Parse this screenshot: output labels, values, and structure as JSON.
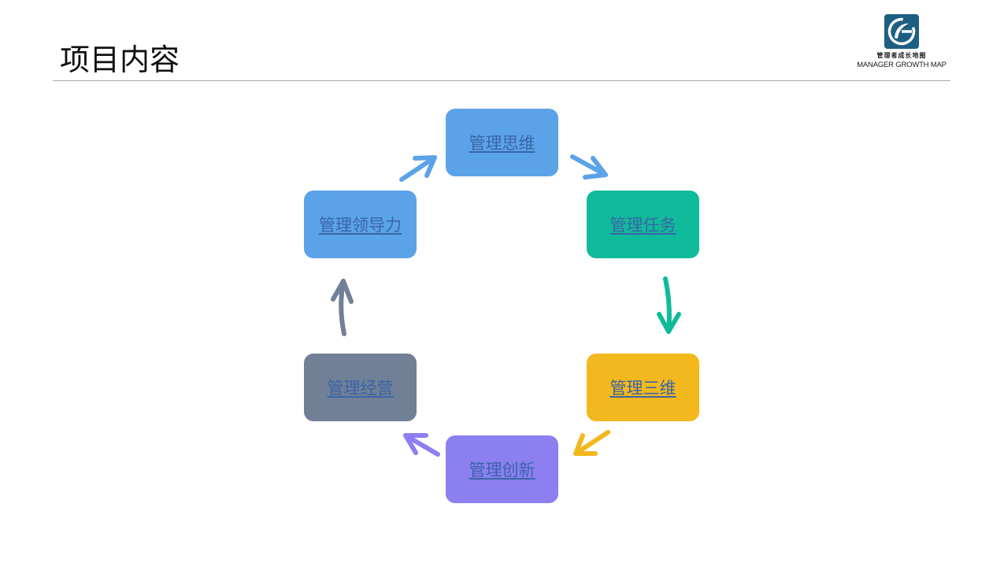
{
  "page": {
    "title": "项目内容"
  },
  "logo": {
    "cn_text": "管理者成长地图",
    "en_text": "MANAGER GROWTH MAP",
    "colors": {
      "badge": "#1d5f82",
      "mark": "#ffffff"
    }
  },
  "cycle": {
    "nodes": [
      {
        "id": "thinking",
        "label": "管理思维",
        "color": "#5ba3e8"
      },
      {
        "id": "tasks",
        "label": "管理任务",
        "color": "#0fbb9a"
      },
      {
        "id": "three-dim",
        "label": "管理三维",
        "color": "#f2b81d"
      },
      {
        "id": "innovation",
        "label": "管理创新",
        "color": "#8c7ff0"
      },
      {
        "id": "operation",
        "label": "管理经营",
        "color": "#718096"
      },
      {
        "id": "leadership",
        "label": "管理领导力",
        "color": "#5ba3e8"
      }
    ],
    "arrows": [
      {
        "from": "thinking",
        "to": "tasks",
        "color": "#5ba3e8"
      },
      {
        "from": "tasks",
        "to": "three-dim",
        "color": "#0fbb9a"
      },
      {
        "from": "three-dim",
        "to": "innovation",
        "color": "#f2b81d"
      },
      {
        "from": "innovation",
        "to": "operation",
        "color": "#8c7ff0"
      },
      {
        "from": "operation",
        "to": "leadership",
        "color": "#718096"
      },
      {
        "from": "leadership",
        "to": "thinking",
        "color": "#5ba3e8"
      }
    ]
  }
}
